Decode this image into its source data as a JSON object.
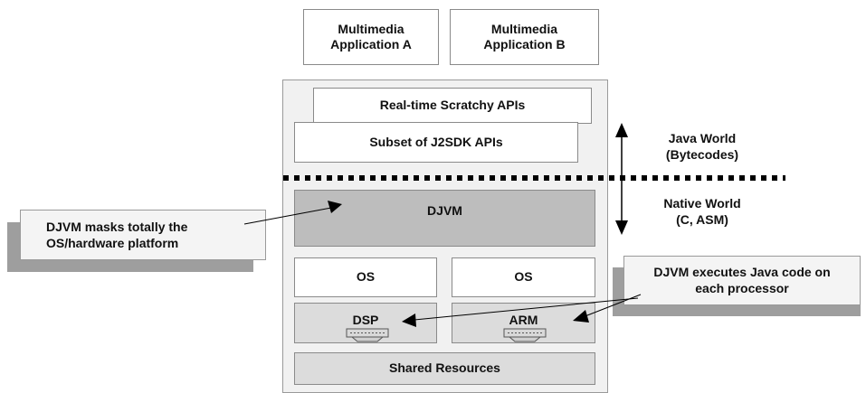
{
  "apps": {
    "a": "Multimedia\nApplication A",
    "b": "Multimedia\nApplication B"
  },
  "layers": {
    "scratchy": "Real-time Scratchy APIs",
    "j2sdk": "Subset of J2SDK APIs",
    "djvm": "DJVM",
    "os_left": "OS",
    "os_right": "OS",
    "dsp": "DSP",
    "arm": "ARM",
    "shared": "Shared Resources"
  },
  "worlds": {
    "java_line1": "Java World",
    "java_line2": "(Bytecodes)",
    "native_line1": "Native World",
    "native_line2": "(C, ASM)"
  },
  "callouts": {
    "left_line1": "DJVM masks totally the",
    "left_line2": "OS/hardware platform",
    "right_line1": "DJVM executes Java code on",
    "right_line2": "each processor"
  }
}
